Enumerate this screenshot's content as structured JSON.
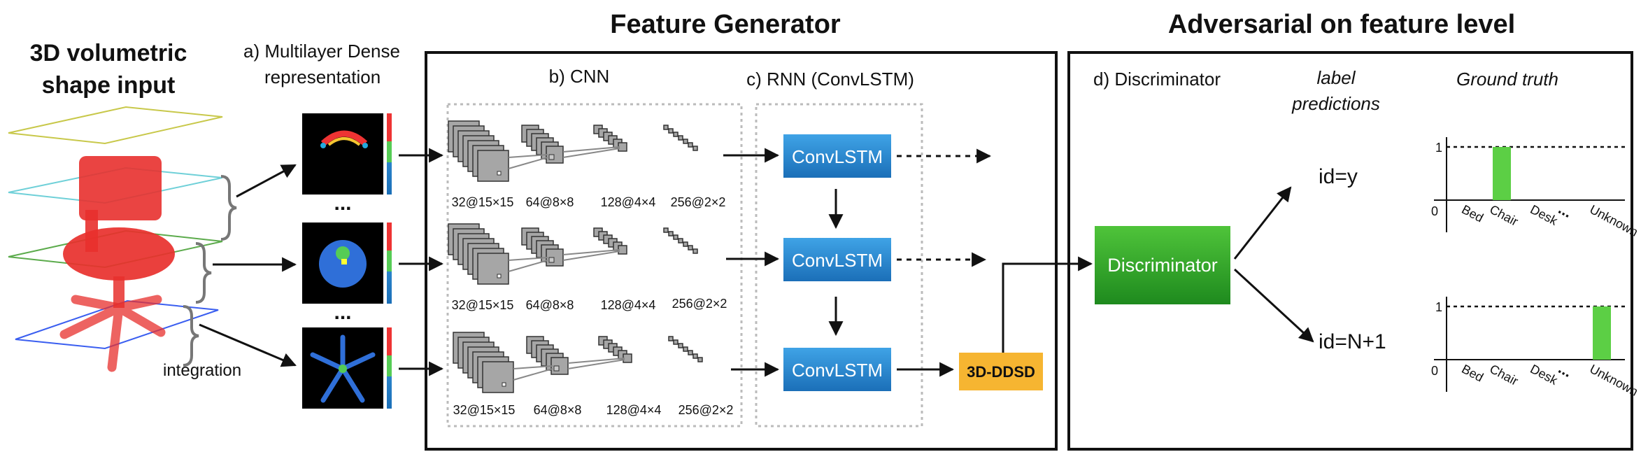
{
  "input": {
    "title_line1": "3D volumetric",
    "title_line2": "shape input",
    "integration_label": "integration"
  },
  "multilayer": {
    "label_line1": "a) Multilayer Dense",
    "label_line2": "representation",
    "ellipsis": "..."
  },
  "feature_generator": {
    "title": "Feature Generator",
    "cnn_label": "b) CNN",
    "rnn_label": "c) RNN (ConvLSTM)",
    "layer_labels": [
      "32@15×15",
      "64@8×8",
      "128@4×4",
      "256@2×2"
    ],
    "convlstm_label": "ConvLSTM",
    "output_label": "3D-DDSD"
  },
  "adversarial": {
    "title": "Adversarial on feature level",
    "discriminator_label": "d) Discriminator",
    "discriminator_box": "Discriminator",
    "label_predictions_line1": "label",
    "label_predictions_line2": "predictions",
    "ground_truth": "Ground truth",
    "id_known": "id=y",
    "id_unknown": "id=N+1",
    "chart_categories": [
      "Bed",
      "Chair",
      "Desk",
      "Unknown"
    ],
    "ellipsis": "...",
    "tick_one": "1",
    "tick_zero": "0"
  },
  "chart_data": [
    {
      "type": "bar",
      "categories": [
        "Bed",
        "Chair",
        "Desk",
        "...",
        "Unknown"
      ],
      "values": [
        0,
        1,
        0,
        0,
        0
      ],
      "title": "",
      "ylim": [
        0,
        1
      ],
      "color": "#5ccf45"
    },
    {
      "type": "bar",
      "categories": [
        "Bed",
        "Chair",
        "Desk",
        "...",
        "Unknown"
      ],
      "values": [
        0,
        0,
        0,
        0,
        1
      ],
      "title": "",
      "ylim": [
        0,
        1
      ],
      "color": "#5ccf45"
    }
  ],
  "colors": {
    "convlstm_top": "#3fa3e6",
    "convlstm_bottom": "#1b6fb8",
    "discriminator_top": "#4fc43a",
    "discriminator_bottom": "#1e8a1e",
    "ddsd_fill": "#f6b531",
    "bar_fill": "#5ccf45"
  }
}
